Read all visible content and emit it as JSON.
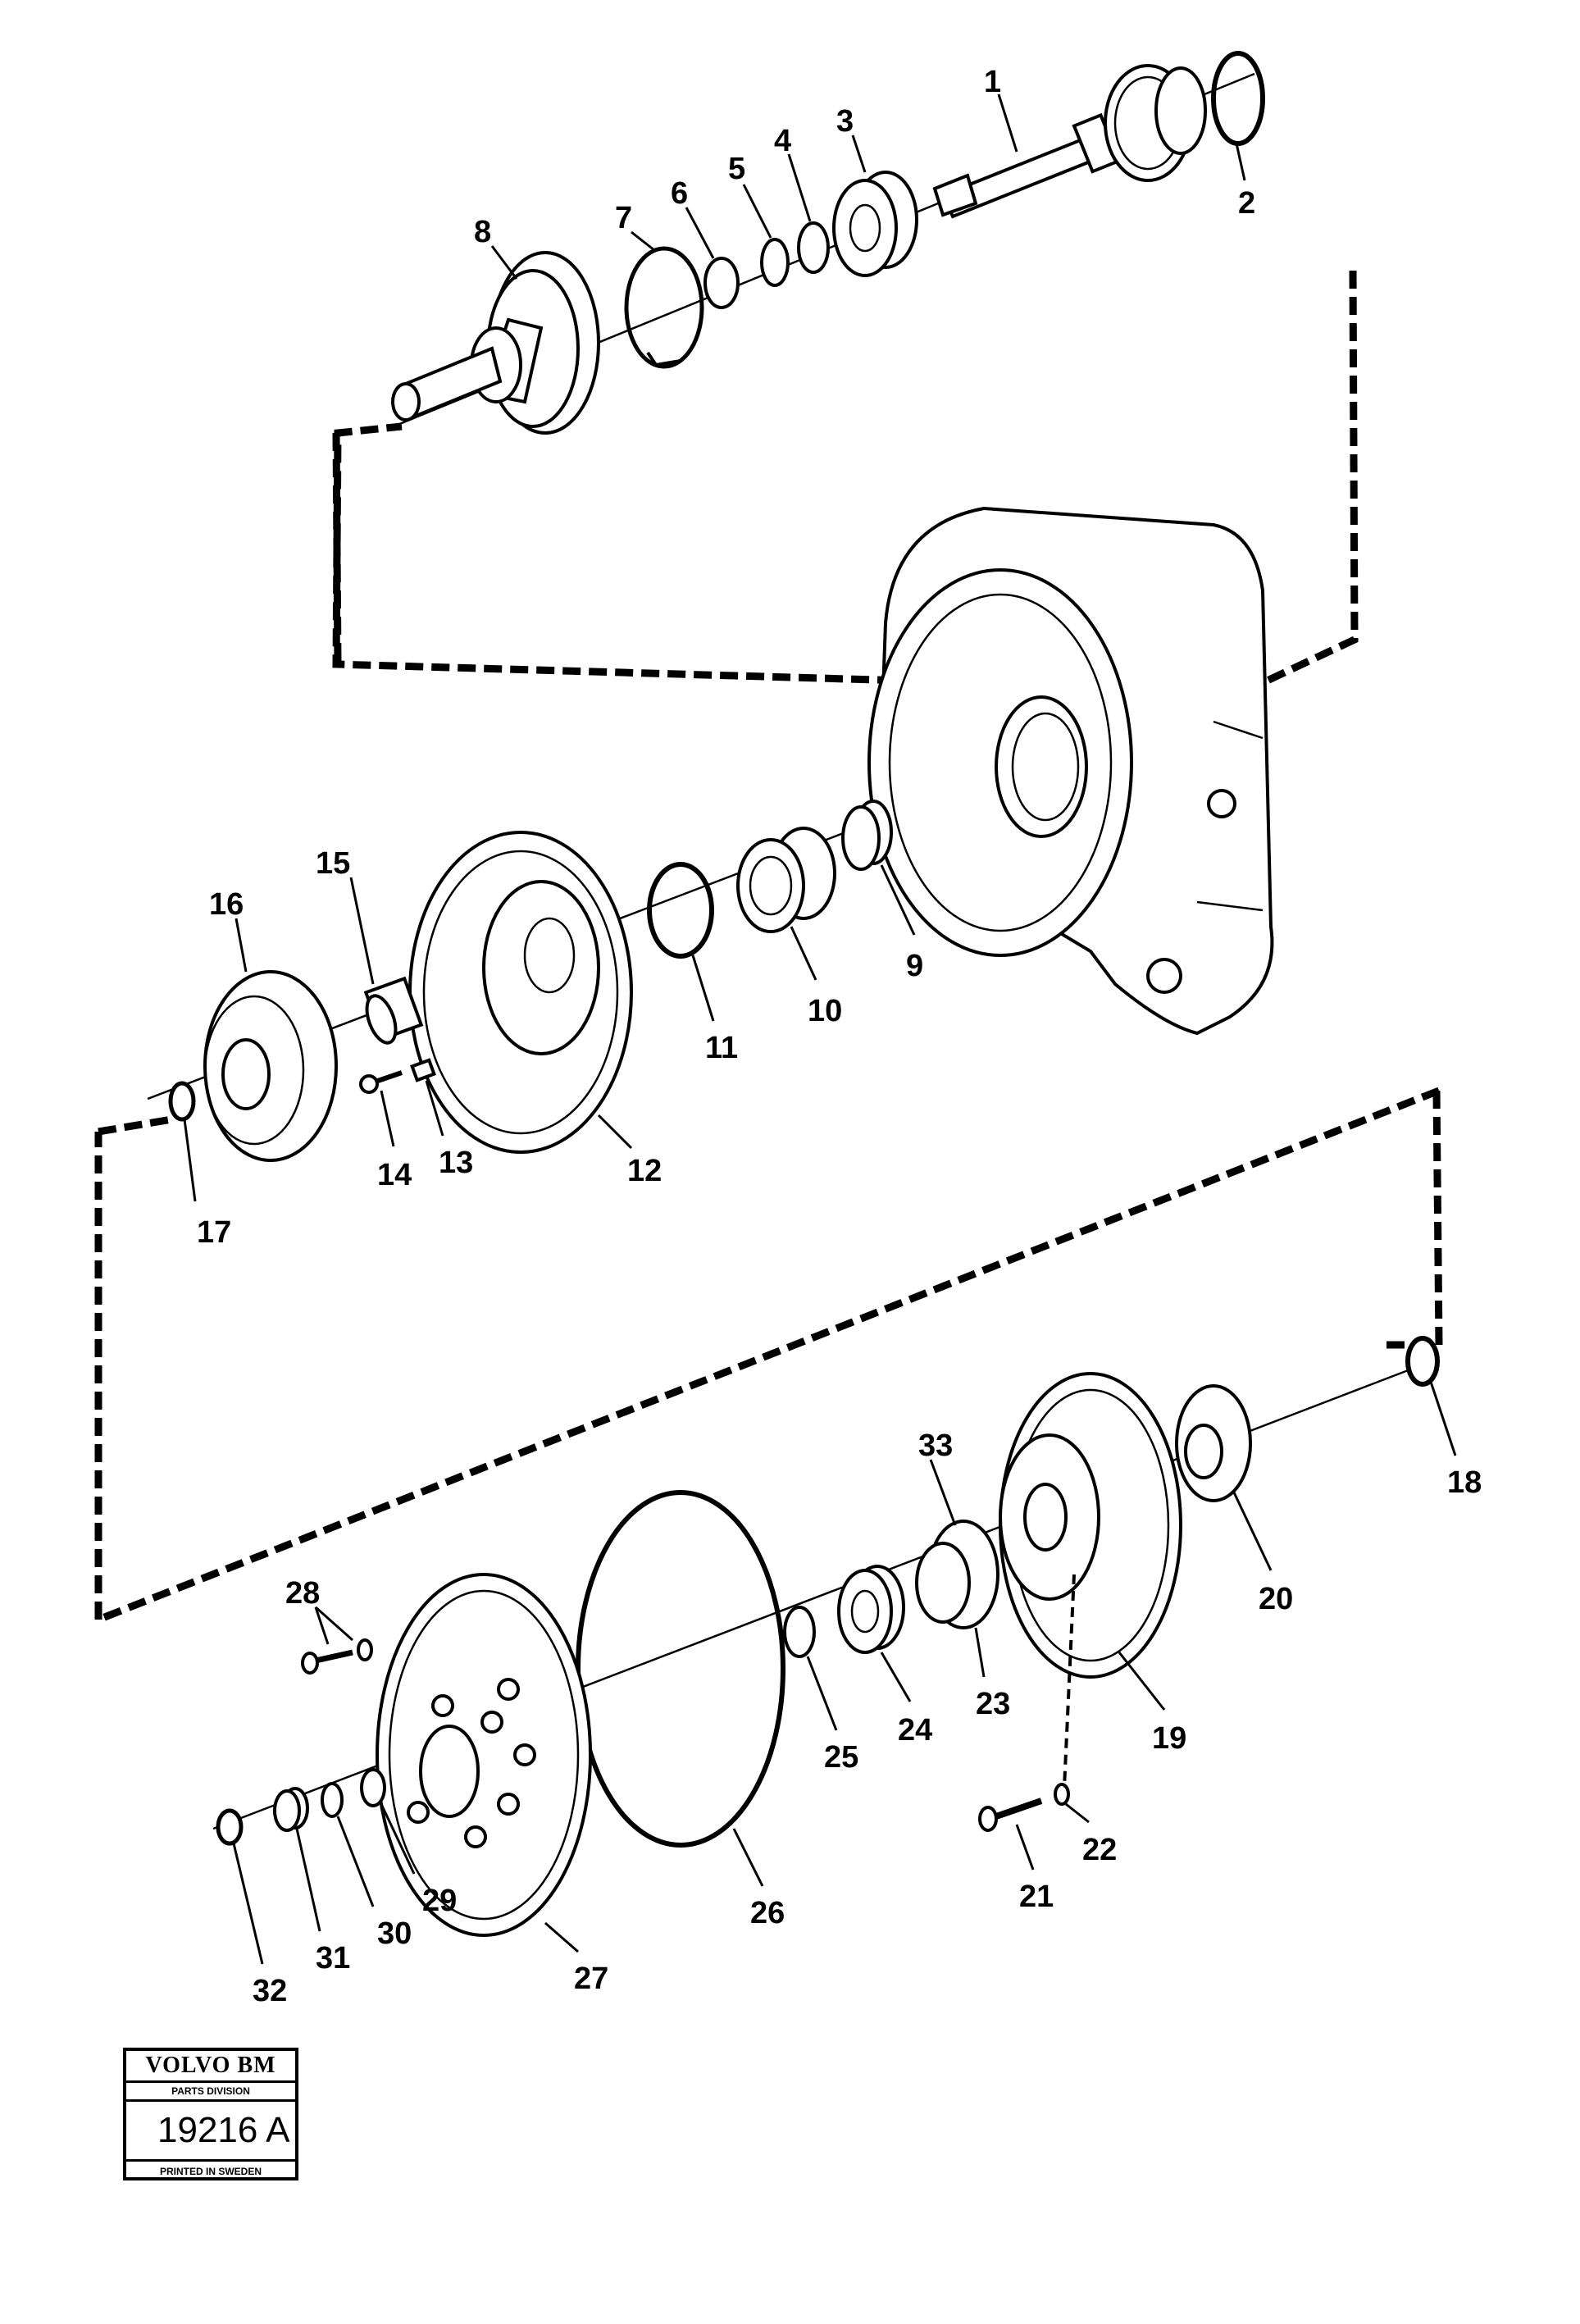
{
  "diagram": {
    "labels": [
      "1",
      "2",
      "3",
      "4",
      "5",
      "6",
      "7",
      "8",
      "9",
      "10",
      "11",
      "12",
      "13",
      "14",
      "15",
      "16",
      "17",
      "18",
      "19",
      "20",
      "21",
      "22",
      "23",
      "24",
      "25",
      "26",
      "27",
      "28",
      "29",
      "30",
      "31",
      "32",
      "33"
    ]
  },
  "stamp": {
    "brand": "VOLVO BM",
    "division": "PARTS DIVISION",
    "number": "19216 A",
    "printed": "PRINTED IN SWEDEN"
  }
}
